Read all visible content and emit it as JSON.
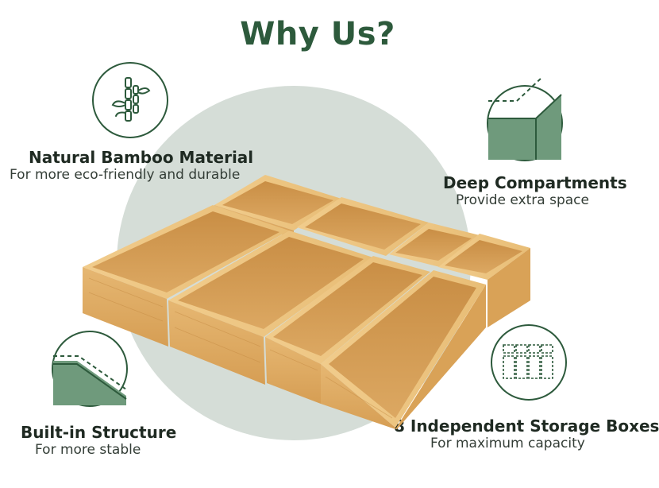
{
  "title": "Why Us?",
  "features": {
    "bamboo": {
      "title": "Natural Bamboo Material",
      "subtitle": "For more eco-friendly and durable",
      "icon": "bamboo-icon"
    },
    "deep": {
      "title": "Deep Compartments",
      "subtitle": "Provide extra space",
      "icon": "deep-compartment-icon"
    },
    "built_in": {
      "title": "Built-in Structure",
      "subtitle": "For more stable",
      "icon": "built-in-corner-icon"
    },
    "boxes": {
      "title": "8 Independent Storage Boxes",
      "subtitle": "For maximum capacity",
      "icon": "storage-boxes-icon"
    }
  },
  "colors": {
    "accent_green": "#2d5a3c",
    "icon_fill_green": "#6f9a7c",
    "background_circle": "#d5ddd7",
    "bamboo_wood": "#d9a45c"
  }
}
